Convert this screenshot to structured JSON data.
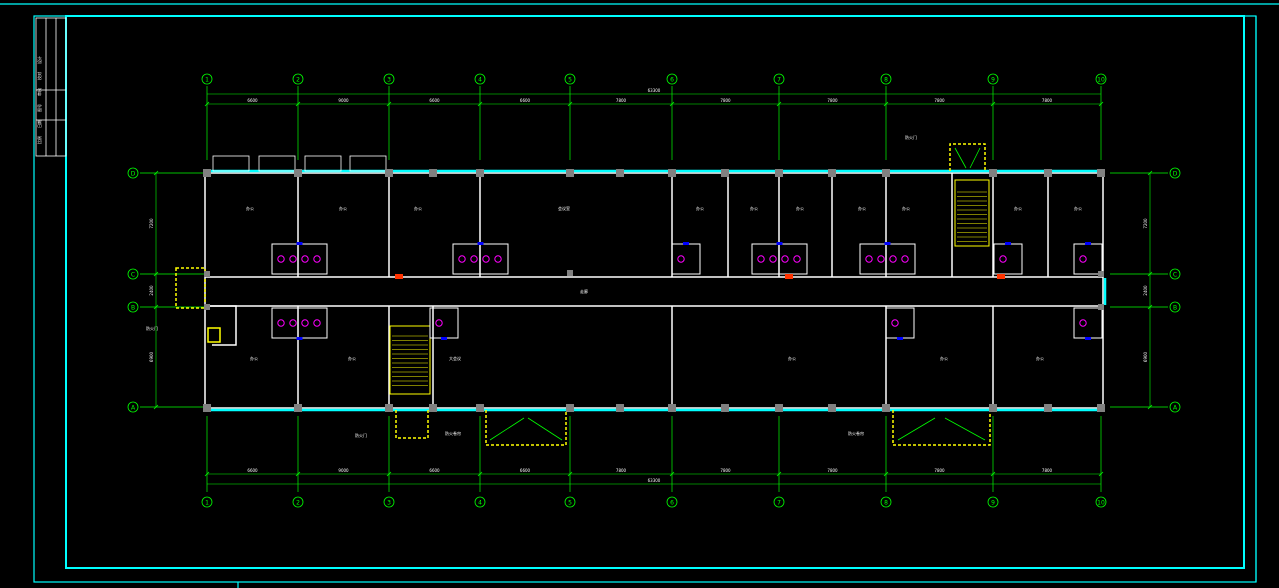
{
  "colors": {
    "background": "#000000",
    "frame": "#00ffff",
    "grid": "#00ff00",
    "wall": "#ffffff",
    "window": "#00ffff",
    "column": "#808080",
    "fixture": "#ff00ff",
    "highlight": "#ffff00",
    "marker": "#ff3300",
    "accent": "#0000ff"
  },
  "axes_horizontal": [
    "1",
    "2",
    "3",
    "4",
    "5",
    "6",
    "7",
    "8",
    "9",
    "10"
  ],
  "axes_vertical": [
    "D",
    "C",
    "B",
    "A"
  ],
  "dimensions_top": [
    "6600",
    "9000",
    "6600",
    "6600",
    "7800",
    "7800",
    "7800",
    "7800",
    "7800"
  ],
  "dimensions_bottom": [
    "6600",
    "9000",
    "6600",
    "6600",
    "7800",
    "7800",
    "7800",
    "7800",
    "7800"
  ],
  "dimensions_total": "63300",
  "dimensions_left": [
    "7200",
    "2400",
    "6900"
  ],
  "dimensions_right": [
    "7200",
    "2400",
    "6900"
  ],
  "title_block": [
    "设计",
    "校对",
    "审核",
    "图号",
    "日期",
    "比例"
  ],
  "rooms_north": [
    "办公",
    "办公",
    "办公",
    "会议室",
    "办公",
    "办公",
    "办公",
    "办公",
    "办公",
    "办公",
    "办公"
  ],
  "rooms_south": [
    "办公",
    "办公",
    "大会议",
    "办公",
    "办公",
    "办公"
  ],
  "annotations": [
    "走廊",
    "防火门",
    "防火卷帘"
  ]
}
